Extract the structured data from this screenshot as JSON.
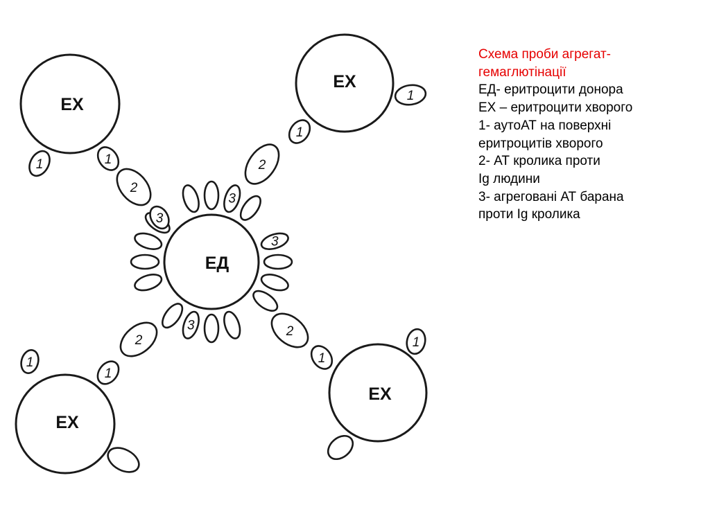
{
  "diagram": {
    "donor_label": "ЕД",
    "patient_label": "ЕХ",
    "label_1": "1",
    "label_2": "2",
    "label_3": "3"
  },
  "legend": {
    "title": [
      "Схема проби агрегат-",
      "гемаглютінації"
    ],
    "items": [
      "ЕД- еритроцити донора",
      "ЕХ – еритроцити хворого",
      "1- аутоАТ на поверхні",
      "еритроцитів хворого",
      "2- АТ кролика проти",
      "Ig людини",
      "3- агреговані АТ барана",
      "проти Ig кролика"
    ]
  },
  "colors": {
    "title": "#e60000",
    "text": "#000000",
    "stroke": "#1a1a1a"
  }
}
